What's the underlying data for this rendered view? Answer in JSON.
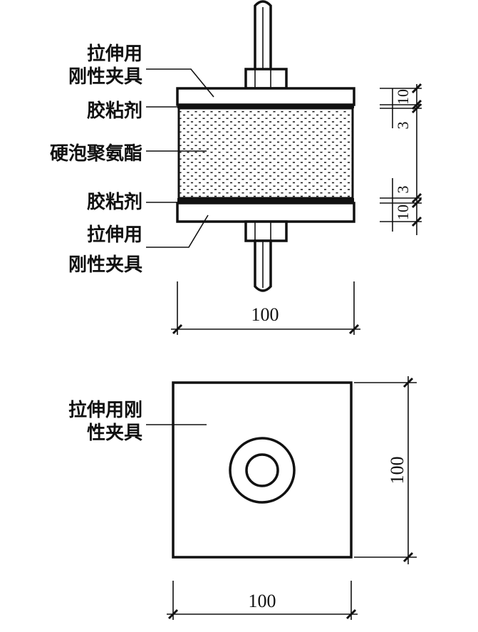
{
  "section_view": {
    "labels": {
      "top_clamp_line1": "拉伸用",
      "top_clamp_line2": "刚性夹具",
      "top_adhesive": "胶粘剂",
      "foam": "硬泡聚氨酯",
      "bottom_adhesive": "胶粘剂",
      "bottom_clamp_line1": "拉伸用",
      "bottom_clamp_line2": "刚性夹具"
    },
    "dimensions": {
      "width": "100",
      "top_clamp": "10",
      "top_adhesive": "3",
      "bottom_adhesive": "3",
      "bottom_clamp": "10"
    }
  },
  "plan_view": {
    "labels": {
      "clamp_line1": "拉伸用刚",
      "clamp_line2": "性夹具"
    },
    "dimensions": {
      "height": "100",
      "width": "100"
    }
  }
}
